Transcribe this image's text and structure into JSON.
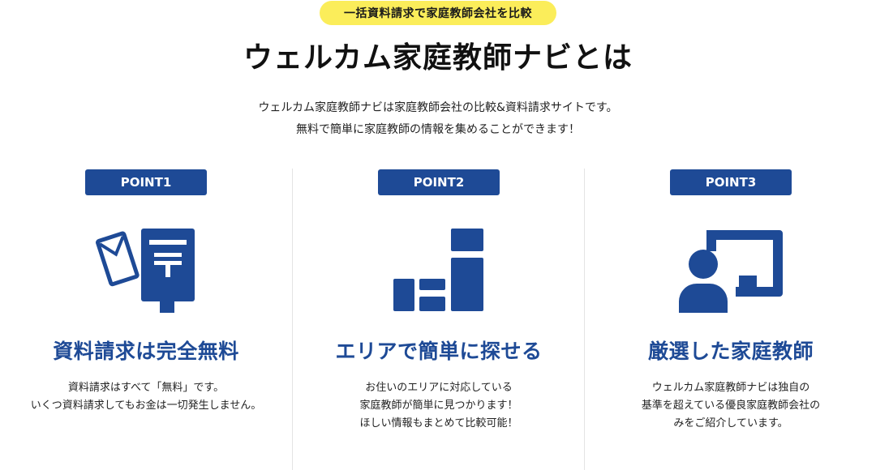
{
  "tagline": "一括資料請求で家庭教師会社を比較",
  "title": "ウェルカム家庭教師ナビとは",
  "intro": [
    "ウェルカム家庭教師ナビは家庭教師会社の比較&資料請求サイトです。",
    "無料で簡単に家庭教師の情報を集めることができます！"
  ],
  "colors": {
    "brand_blue": "#1e4a96",
    "highlight_yellow": "#fbed5a"
  },
  "points": [
    {
      "badge": "POINT1",
      "icon": "mailbox-document-icon",
      "title": "資料請求は完全無料",
      "desc": [
        "資料請求はすべて「無料」です。",
        "いくつ資料請求してもお金は一切発生しません。"
      ]
    },
    {
      "badge": "POINT2",
      "icon": "stacked-blocks-icon",
      "title": "エリアで簡単に探せる",
      "desc": [
        "お住いのエリアに対応している",
        "家庭教師が簡単に見つかります！",
        "ほしい情報もまとめて比較可能！"
      ]
    },
    {
      "badge": "POINT3",
      "icon": "teacher-board-icon",
      "title": "厳選した家庭教師",
      "desc": [
        "ウェルカム家庭教師ナビは独自の",
        "基準を超えている優良家庭教師会社の",
        "みをご紹介しています。"
      ]
    }
  ]
}
